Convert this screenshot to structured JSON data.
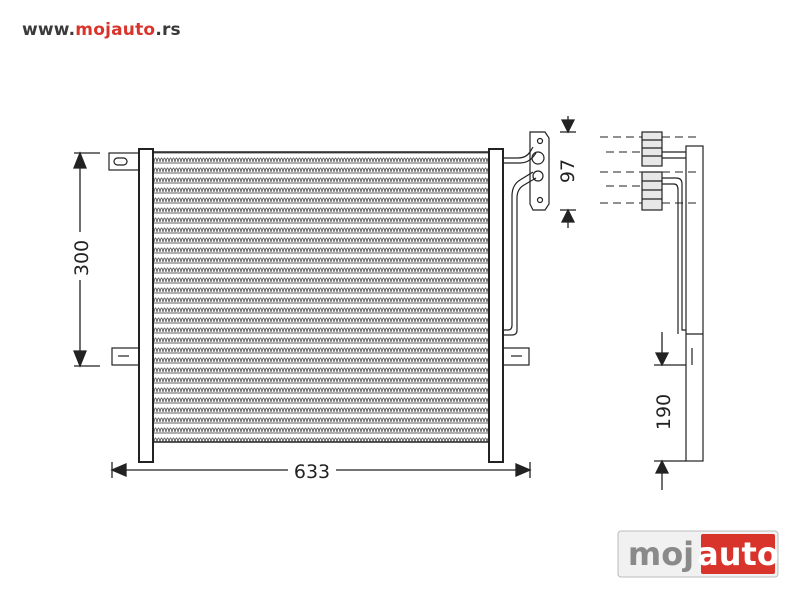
{
  "header": {
    "url_prefix": "www.",
    "url_brand": "mojauto",
    "url_suffix": ".rs"
  },
  "dimensions": {
    "width": "633",
    "height": "300",
    "side_height": "190",
    "bracket_height": "97"
  },
  "logo": {
    "part1": "moj",
    "part2": "auto"
  },
  "colors": {
    "line": "#222222",
    "brand_red": "#d9342b",
    "logo_grey": "#8a8a8a"
  }
}
